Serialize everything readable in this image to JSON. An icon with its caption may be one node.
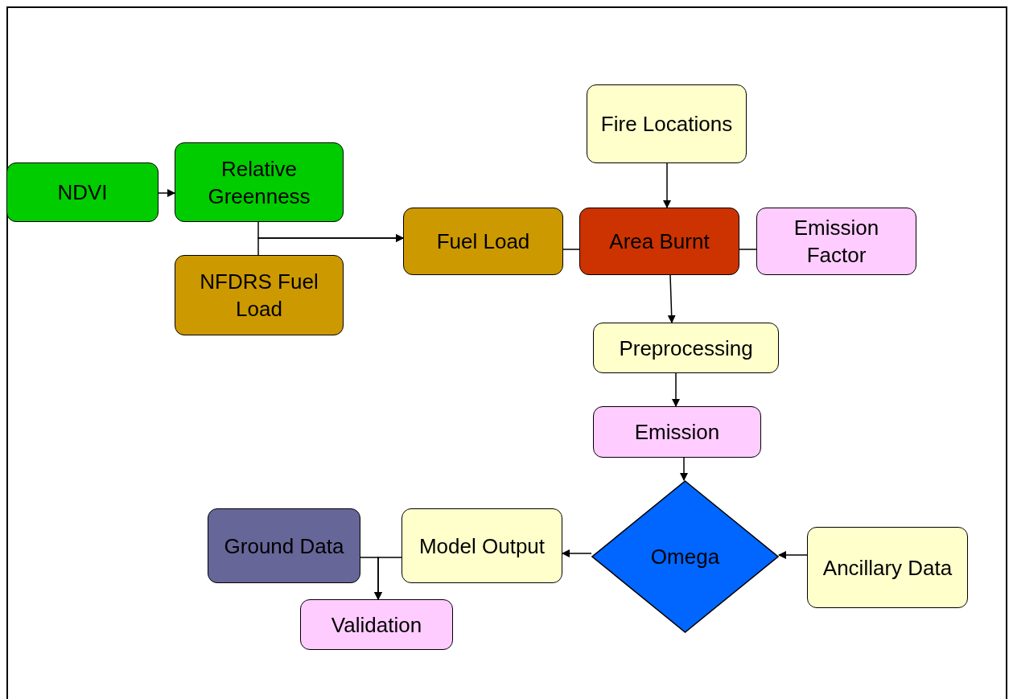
{
  "diagram": {
    "nodes": [
      {
        "text": [
          "NDVI"
        ]
      },
      {
        "text": [
          "Relative Greenness"
        ]
      },
      {
        "text": [
          "NFDRS Fuel Load"
        ]
      },
      {
        "text": [
          "Fuel Load"
        ]
      },
      {
        "text": [
          "Fire Locations"
        ]
      },
      {
        "text": [
          "Area Burnt"
        ]
      },
      {
        "text": [
          "Emission Factor"
        ]
      },
      {
        "text": [
          "Preprocessing"
        ]
      },
      {
        "text": [
          "Emission"
        ]
      },
      {
        "text": [
          "Omega"
        ]
      },
      {
        "text": [
          "Ancillary Data"
        ]
      },
      {
        "text": [
          "Model Output"
        ]
      },
      {
        "text": [
          "Ground Data"
        ]
      },
      {
        "text": [
          "Validation"
        ]
      }
    ],
    "edges": [
      {
        "from": 0,
        "to": 1,
        "arrow": "to"
      },
      {
        "from": 1,
        "to": 3,
        "arrow": "to"
      },
      {
        "from": 2,
        "to": 3,
        "arrow": "to"
      },
      {
        "from": 3,
        "to": 5,
        "arrow": "none"
      },
      {
        "from": 4,
        "to": 5,
        "arrow": "to"
      },
      {
        "from": 5,
        "to": 6,
        "arrow": "none"
      },
      {
        "from": 5,
        "to": 7,
        "arrow": "to"
      },
      {
        "from": 7,
        "to": 8,
        "arrow": "to"
      },
      {
        "from": 8,
        "to": 9,
        "arrow": "to"
      },
      {
        "from": 10,
        "to": 9,
        "arrow": "to"
      },
      {
        "from": 9,
        "to": 11,
        "arrow": "to"
      },
      {
        "from": 11,
        "to": 13,
        "arrow": "to"
      },
      {
        "from": 12,
        "to": 13,
        "arrow": "to"
      }
    ]
  }
}
